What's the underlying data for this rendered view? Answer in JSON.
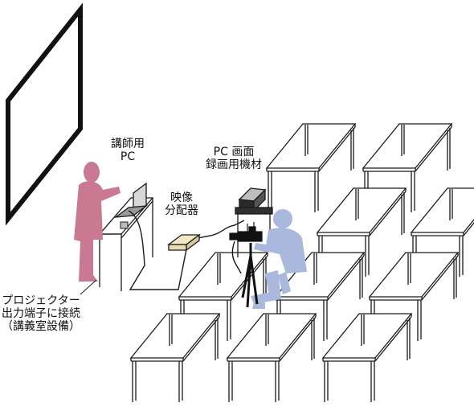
{
  "labels": {
    "teacher_pc": "講師用\nPC",
    "pc_recording": "PC 画面\n録画用機材",
    "video_splitter": "映像\n分配器",
    "projector": "プロジェクター\n出力端子に接続\n（講義室設備）"
  },
  "colors": {
    "teacher_figure": "#c97a92",
    "camera_operator": "#a9b8dc",
    "splitter_box": "#e8dcb2",
    "line": "#1a1a1a"
  }
}
